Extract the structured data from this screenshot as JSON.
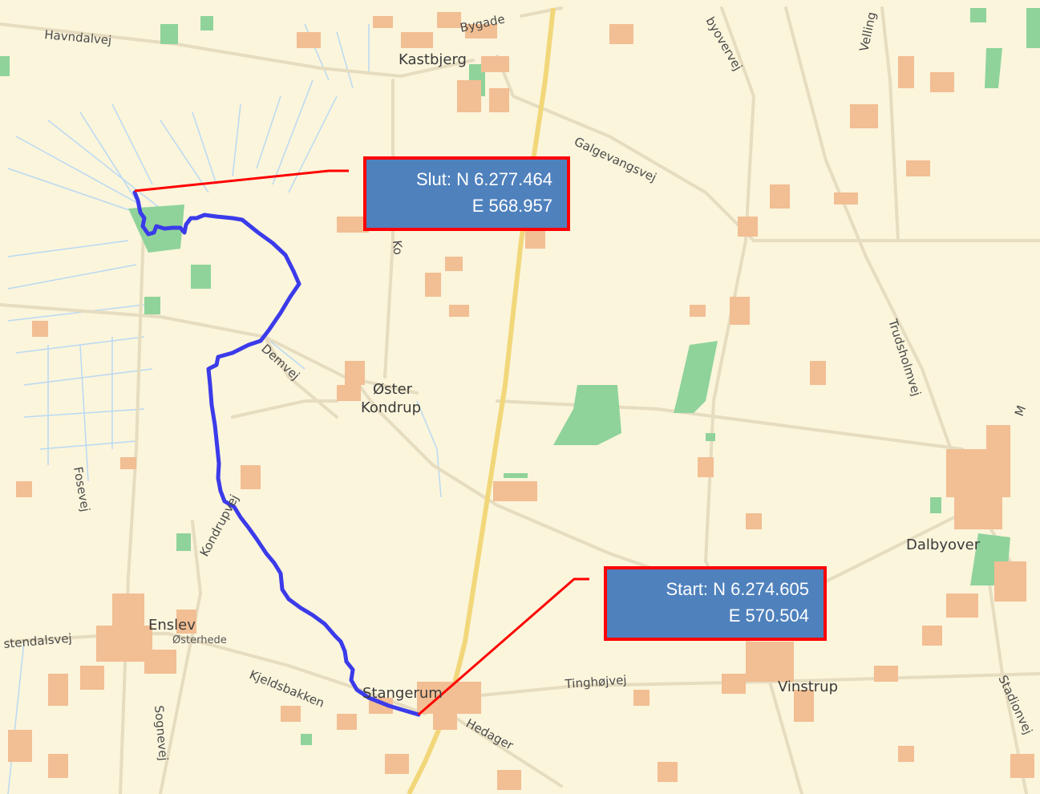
{
  "map": {
    "background_color": "#fbf5dc",
    "road_color": "#e6dcbf",
    "highway_color": "#f2d77a",
    "settlement_color": "#f2be93",
    "forest_color": "#8fd39b",
    "water_color": "#b9d9f2",
    "route_color": "#3b3bea",
    "connector_color": "#ff0000"
  },
  "labels": {
    "havndalvej": "Havndalvej",
    "bygade": "Bygade",
    "kastbjerg": "Kastbjerg",
    "byovervej": "byovervej",
    "velling": "Velling",
    "galgevangsvej": "Galgevangsvej",
    "ko": "Ko",
    "demvej": "Demvej",
    "oster": "Øster",
    "kondrup": "Kondrup",
    "trudsholmvej": "Trudsholmvej",
    "m": "M",
    "fosevej": "Fosevej",
    "kondrupvej": "Kondrupvej",
    "dalbyover": "Dalbyover",
    "enslev": "Enslev",
    "osterhede": "Østerhede",
    "ostendalsvej": "stendalsvej",
    "kjeldsbakken": "Kjeldsbakken",
    "stangerum": "Stangerum",
    "tinghojvej": "Tinghøjvej",
    "vinstrup": "Vinstrup",
    "stadionvej": "Stadionvej",
    "hedager": "Hedager",
    "sognevej": "Sognevej"
  },
  "callouts": {
    "slut": {
      "line1": "Slut: N 6.277.464",
      "line2": "E 568.957"
    },
    "start": {
      "line1": "Start: N 6.274.605",
      "line2": "E 570.504"
    }
  }
}
